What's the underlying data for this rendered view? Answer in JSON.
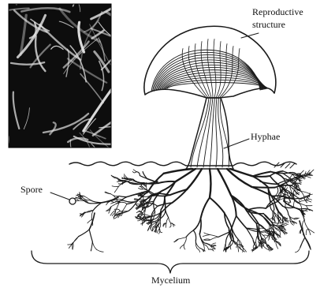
{
  "labels": {
    "reproductive_line1": "Reproductive",
    "reproductive_line2": "structure",
    "hyphae": "Hyphae",
    "spore": "Spore",
    "mycelium": "Mycelium"
  },
  "micrograph": {
    "colors": {
      "dark": "#0d0d0d",
      "light": "#e6e6e6"
    }
  }
}
